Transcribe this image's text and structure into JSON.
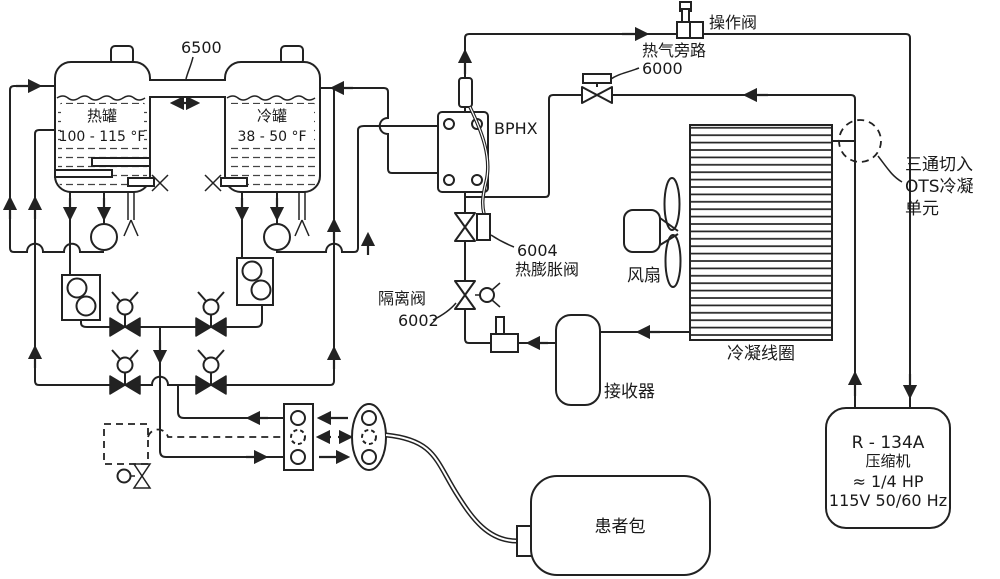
{
  "diagram": {
    "tank_link_ref": "6500",
    "hot_tank": {
      "name": "热罐",
      "range": "100 - 115 °F"
    },
    "cold_tank": {
      "name": "冷罐",
      "range": "38 - 50 °F"
    },
    "bphx_label": "BPHX",
    "operation_valve_label": "操作阀",
    "hot_gas_bypass": {
      "name": "热气旁路",
      "ref": "6000"
    },
    "three_way_note": {
      "line1": "三通切入",
      "line2": "OTS冷凝",
      "line3": "单元"
    },
    "fan_label": "风扇",
    "condenser_coil_label": "冷凝线圈",
    "txv": {
      "ref": "6004",
      "name": "热膨胀阀"
    },
    "isolation_valve": {
      "name": "隔离阀",
      "ref": "6002"
    },
    "receiver_label": "接收器",
    "compressor": {
      "refrigerant": "R - 134A",
      "name": "压缩机",
      "power": "≈ 1/4 HP",
      "electrical": "115V 50/60 Hz"
    },
    "patient_pack_label": "患者包"
  }
}
